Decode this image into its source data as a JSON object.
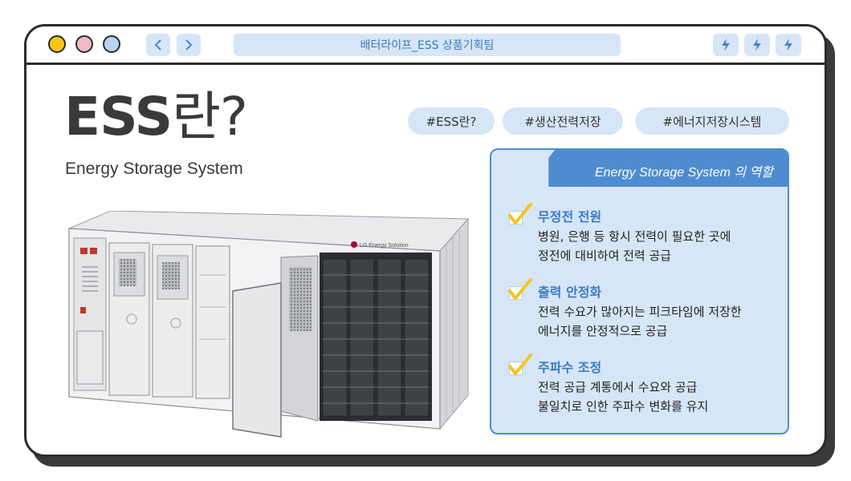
{
  "window": {
    "address": "배터라이프_ESS 상품기획팀",
    "dots": [
      "#f6c519",
      "#eebbc6",
      "#b7d4f0"
    ],
    "nav": {
      "back_icon": "chevron-left-icon",
      "forward_icon": "chevron-right-icon"
    },
    "actions": [
      "lightning-icon",
      "lightning-icon",
      "lightning-icon"
    ]
  },
  "hero": {
    "title_bold": "ESS",
    "title_rest": "란?",
    "subtitle": "Energy Storage System"
  },
  "tags": [
    "#ESS란?",
    "#생산전력저장",
    "#에너지저장시스템"
  ],
  "panel": {
    "header": "Energy Storage System 의 역할",
    "roles": [
      {
        "title": "무정전 전원",
        "lines": [
          "병원, 은행 등 항시 전력이 필요한 곳에",
          "정전에 대비하여 전력 공급"
        ]
      },
      {
        "title": "출력 안정화",
        "lines": [
          "전력 수요가 많아지는 피크타임에 저장한",
          "에너지를 안정적으로 공급"
        ]
      },
      {
        "title": "주파수 조정",
        "lines": [
          "전력 공급 계통에서 수요와 공급",
          "불일치로 인한 주파수 변화를 유지"
        ]
      }
    ]
  },
  "container": {
    "brand": "LG Energy Solution"
  },
  "colors": {
    "accent": "#4f8ccf",
    "light": "#d6e6f7",
    "check": "#f6c519",
    "dark": "#2b2b2b"
  }
}
